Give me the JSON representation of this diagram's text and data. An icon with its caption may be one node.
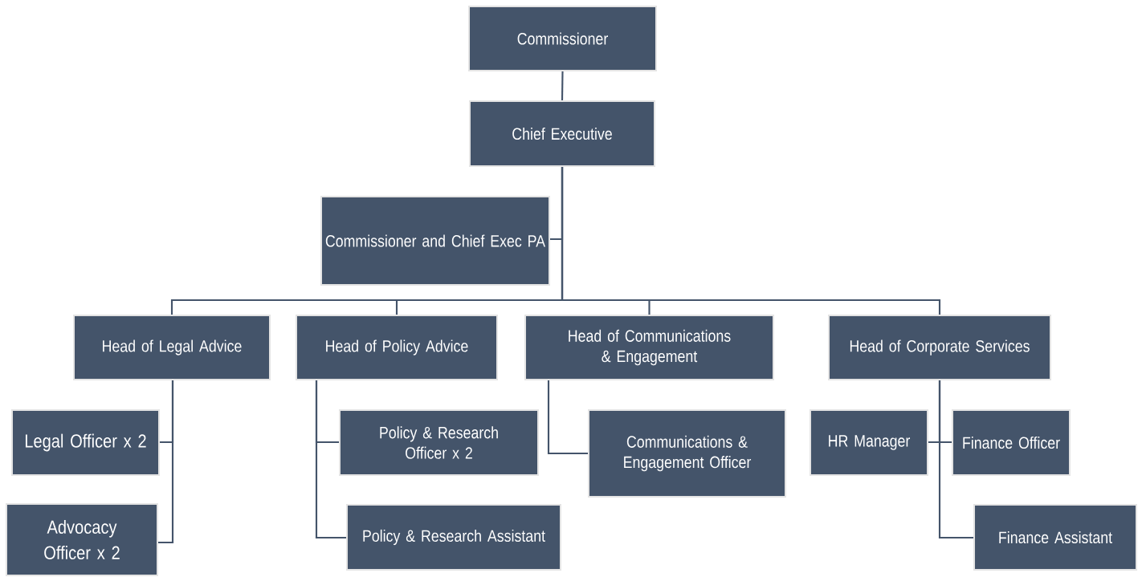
{
  "diagram": {
    "nodes": [
      {
        "text": [
          "Commissioner"
        ]
      },
      {
        "text": [
          "Chief Executive"
        ]
      },
      {
        "text": [
          "Commissioner and Chief Exec PA"
        ]
      },
      {
        "text": [
          "Head of Legal Advice"
        ]
      },
      {
        "text": [
          "Head of Policy Advice"
        ]
      },
      {
        "text": [
          "Head of Communications & Engagement"
        ]
      },
      {
        "text": [
          "Head of Corporate Services"
        ]
      },
      {
        "text": [
          "Legal Officer x 2"
        ]
      },
      {
        "text": [
          "Advocacy Officer x 2"
        ]
      },
      {
        "text": [
          "Policy & Research Officer x 2"
        ]
      },
      {
        "text": [
          "Policy & Research Assistant"
        ]
      },
      {
        "text": [
          "Communications & Engagement Officer"
        ]
      },
      {
        "text": [
          "HR Manager"
        ]
      },
      {
        "text": [
          "Finance Officer"
        ]
      },
      {
        "text": [
          "Finance Assistant"
        ]
      }
    ],
    "edges": [
      {
        "from": 0,
        "to": 1,
        "arrow": "none"
      },
      {
        "from": 1,
        "to": 2,
        "arrow": "none"
      },
      {
        "from": 1,
        "to": 3,
        "arrow": "none"
      },
      {
        "from": 1,
        "to": 4,
        "arrow": "none"
      },
      {
        "from": 1,
        "to": 5,
        "arrow": "none"
      },
      {
        "from": 1,
        "to": 6,
        "arrow": "none"
      },
      {
        "from": 3,
        "to": 7,
        "arrow": "none"
      },
      {
        "from": 3,
        "to": 8,
        "arrow": "none"
      },
      {
        "from": 4,
        "to": 9,
        "arrow": "none"
      },
      {
        "from": 4,
        "to": 10,
        "arrow": "none"
      },
      {
        "from": 5,
        "to": 11,
        "arrow": "none"
      },
      {
        "from": 6,
        "to": 12,
        "arrow": "none"
      },
      {
        "from": 6,
        "to": 13,
        "arrow": "none"
      },
      {
        "from": 6,
        "to": 14,
        "arrow": "none"
      }
    ]
  }
}
